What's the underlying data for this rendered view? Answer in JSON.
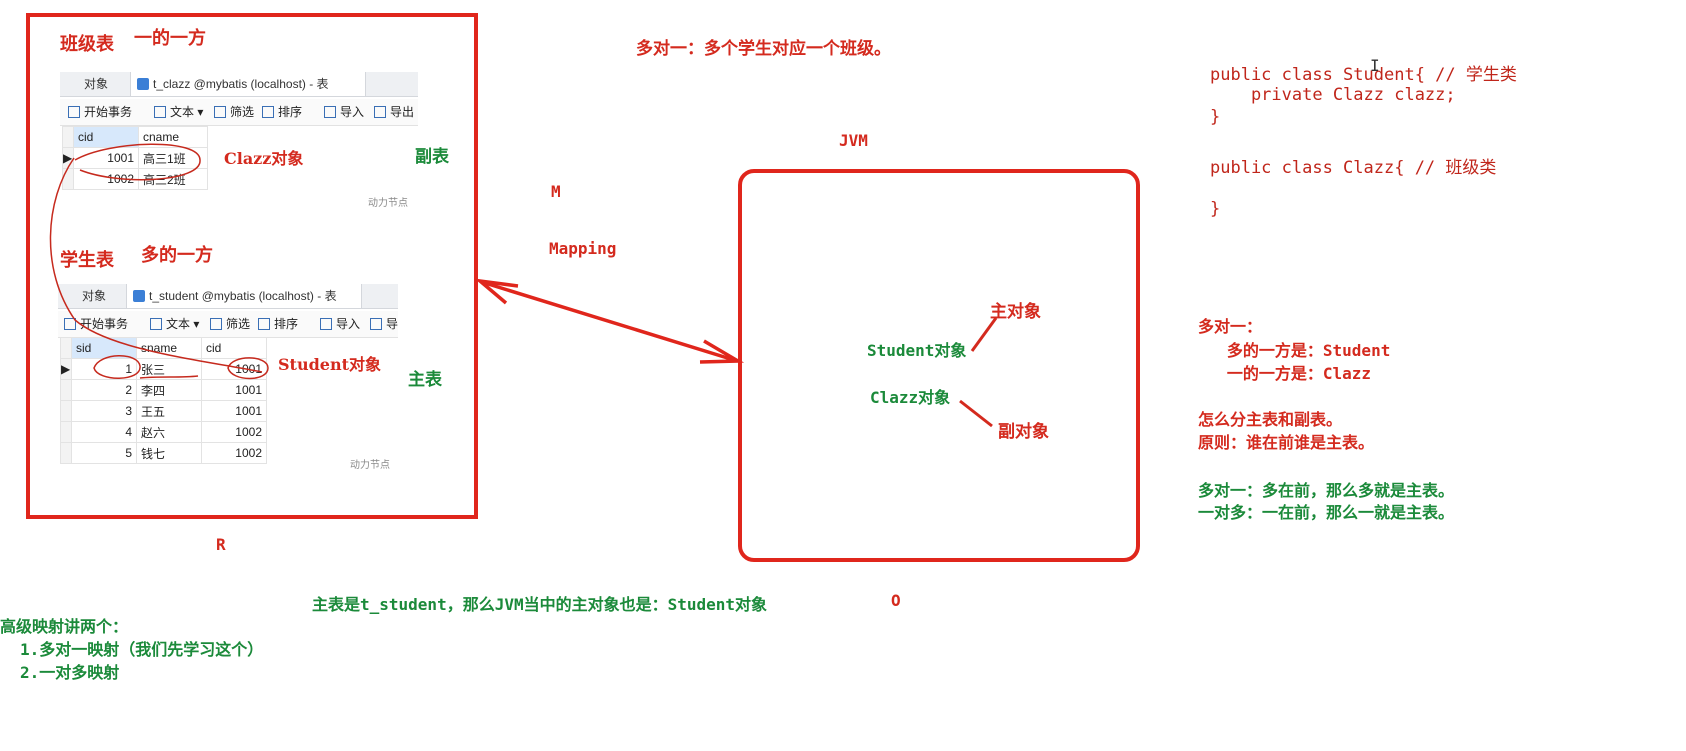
{
  "title": "多对一：多个学生对应一个班级。",
  "clazz_table_label": "班级表",
  "one_side_label": "一的一方",
  "student_table_label": "学生表",
  "many_side_label": "多的一方",
  "clazz_obj_label": "Clazz对象",
  "fu_table_label": "副表",
  "student_obj_label": "Student对象",
  "zhu_table_label": "主表",
  "letter_m": "M",
  "mapping_label": "Mapping",
  "letter_r": "R",
  "letter_o": "O",
  "jvm_label": "JVM",
  "clazz_db": {
    "tab_objects": "对象",
    "tab_title": "t_clazz @mybatis (localhost) - 表",
    "toolbar": [
      "开始事务",
      "文本",
      "筛选",
      "排序",
      "导入",
      "导出"
    ],
    "columns": [
      "cid",
      "cname"
    ],
    "rows": [
      [
        "1001",
        "高三1班"
      ],
      [
        "1002",
        "高三2班"
      ]
    ],
    "watermark": "动力节点"
  },
  "student_db": {
    "tab_objects": "对象",
    "tab_title": "t_student @mybatis (localhost) - 表",
    "toolbar": [
      "开始事务",
      "文本",
      "筛选",
      "排序",
      "导入",
      "导"
    ],
    "columns": [
      "sid",
      "sname",
      "cid"
    ],
    "rows": [
      [
        "1",
        "张三",
        "1001"
      ],
      [
        "2",
        "李四",
        "1001"
      ],
      [
        "3",
        "王五",
        "1001"
      ],
      [
        "4",
        "赵六",
        "1002"
      ],
      [
        "5",
        "钱七",
        "1002"
      ]
    ],
    "watermark": "动力节点"
  },
  "jvm_box": {
    "main_obj": "主对象",
    "student_obj": "Student对象",
    "clazz_obj": "Clazz对象",
    "sub_obj": "副对象"
  },
  "code_lines": [
    "public class Student{ // 学生类",
    "    private Clazz clazz;",
    "}",
    "",
    "public class Clazz{ // 班级类",
    "",
    "}"
  ],
  "notes_red": [
    "多对一：",
    "   多的一方是：Student",
    "   一的一方是：Clazz",
    "",
    "怎么分主表和副表。",
    "原则：谁在前谁是主表。"
  ],
  "notes_green": [
    "多对一：多在前，那么多就是主表。",
    "一对多：一在前，那么一就是主表。"
  ],
  "bottom_note": "主表是t_student，那么JVM当中的主对象也是：Student对象",
  "advanced_title": "高级映射讲两个：",
  "advanced_items": [
    "1.多对一映射（我们先学习这个）",
    "2.一对多映射"
  ],
  "colors": {
    "red": "#d42a1e",
    "green": "#1b8a3a",
    "box_border": "#e0261c"
  }
}
